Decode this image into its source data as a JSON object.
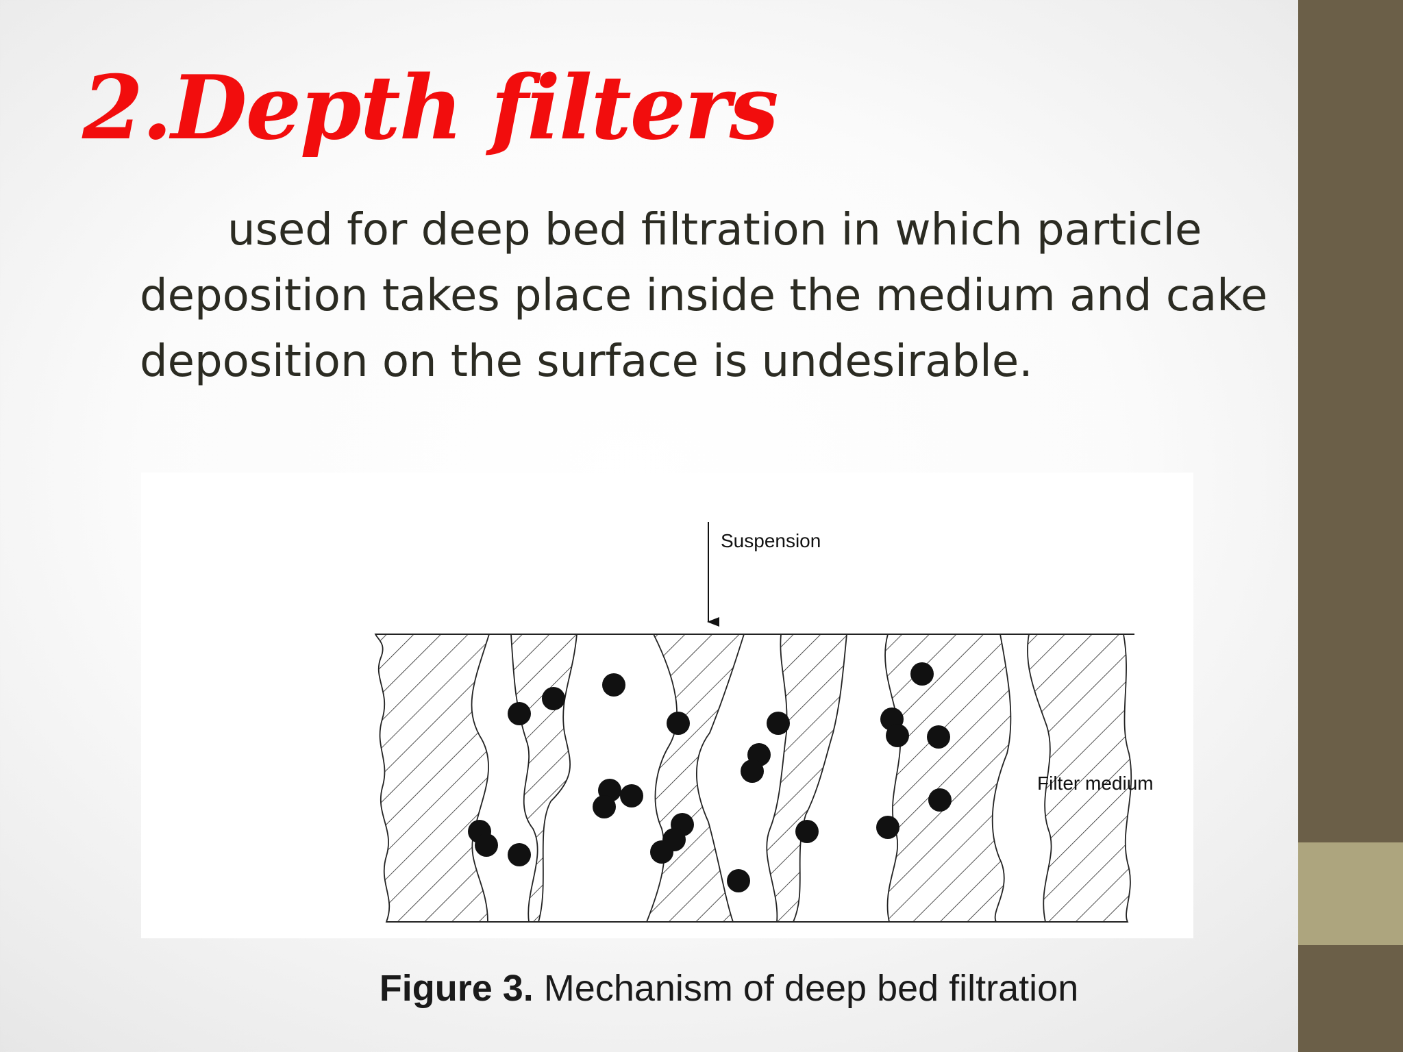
{
  "slide": {
    "title": "2.Depth filters",
    "body": "used for deep bed filtration in which particle deposition takes place inside the medium and cake deposition on the surface is undesirable."
  },
  "figure": {
    "labels": {
      "suspension": "Suspension",
      "filter_medium": "Filter medium"
    },
    "caption_label": "Figure 3.",
    "caption_text": " Mechanism of deep bed filtration"
  },
  "theme": {
    "title_color": "#f20d0d",
    "sidebar_color": "#6b5f48",
    "sidebar_accent_color": "#ada57e"
  }
}
